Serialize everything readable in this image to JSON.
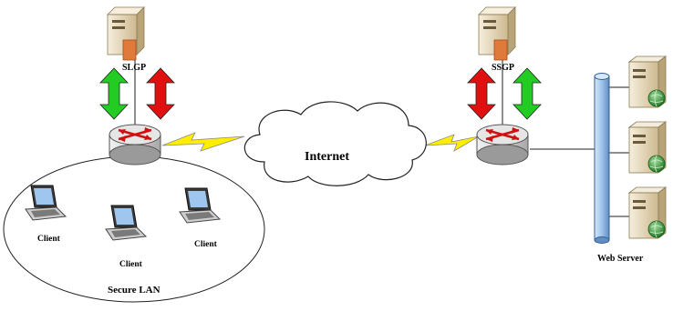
{
  "labels": {
    "slgp": "SLGP",
    "ssgp": "SSGP",
    "internet": "Internet",
    "client_1": "Client",
    "client_2": "Client",
    "client_3": "Client",
    "secure_lan": "Secure LAN",
    "web_server": "Web Server"
  },
  "colors": {
    "green_arrow": "#22cc22",
    "red_arrow": "#e01010",
    "lightning": "#ffee00",
    "pipe": "#9fc3ea",
    "router": "#d8d8d8",
    "router_arrows": "#d01010",
    "server_body": "#e9dcc0",
    "server_accent": "#e07a3a",
    "globe": "#2e8b2e"
  },
  "icons": {
    "gateway": "server-tower-icon",
    "router": "router-icon",
    "client": "laptop-icon",
    "web_server": "web-server-icon",
    "network": "cloud-icon"
  }
}
